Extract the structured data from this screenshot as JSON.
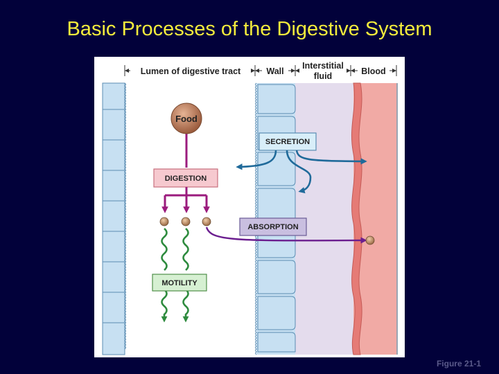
{
  "slide": {
    "title": "Basic Processes of the Digestive System",
    "figure_caption": "Figure 21-1"
  },
  "diagram": {
    "regions": {
      "lumen": "Lumen of digestive tract",
      "wall": "Wall",
      "interstitial_line1": "Interstitial",
      "interstitial_line2": "fluid",
      "blood": "Blood"
    },
    "nodes": {
      "food": "Food",
      "digestion": "DIGESTION",
      "secretion": "SECRETION",
      "absorption": "ABSORPTION",
      "motility": "MOTILITY"
    },
    "colors": {
      "background": "#02013a",
      "title": "#f4ec3c",
      "digestion_arrow": "#9b1b7d",
      "secretion_arrow": "#1f6a9a",
      "absorption_arrow": "#6b1e8f",
      "motility_arrow": "#2e8b3e",
      "wall_cells": "#c7e0f2",
      "interstitial": "#e4dced",
      "blood": "#f1aaa5",
      "food": "#b9795a"
    }
  }
}
